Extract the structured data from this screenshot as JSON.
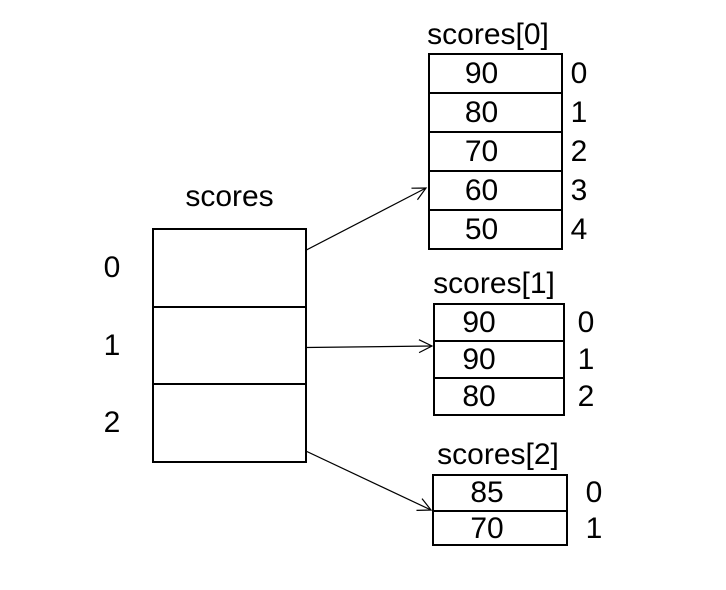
{
  "diagram": {
    "background_color": "#ffffff",
    "line_color": "#000000",
    "main_array": {
      "title": "scores",
      "indices": [
        "0",
        "1",
        "2"
      ],
      "cell_count": 3
    },
    "sub_arrays": [
      {
        "title": "scores[0]",
        "values": [
          "90",
          "80",
          "70",
          "60",
          "50"
        ],
        "indices": [
          "0",
          "1",
          "2",
          "3",
          "4"
        ]
      },
      {
        "title": "scores[1]",
        "values": [
          "90",
          "90",
          "80"
        ],
        "indices": [
          "0",
          "1",
          "2"
        ]
      },
      {
        "title": "scores[2]",
        "values": [
          "85",
          "70"
        ],
        "indices": [
          "0",
          "1"
        ]
      }
    ],
    "arrows": [
      {
        "from": "scores cell 0",
        "to": "scores[0] table"
      },
      {
        "from": "scores cell 1",
        "to": "scores[1] table"
      },
      {
        "from": "scores cell 2",
        "to": "scores[2] table"
      }
    ]
  }
}
